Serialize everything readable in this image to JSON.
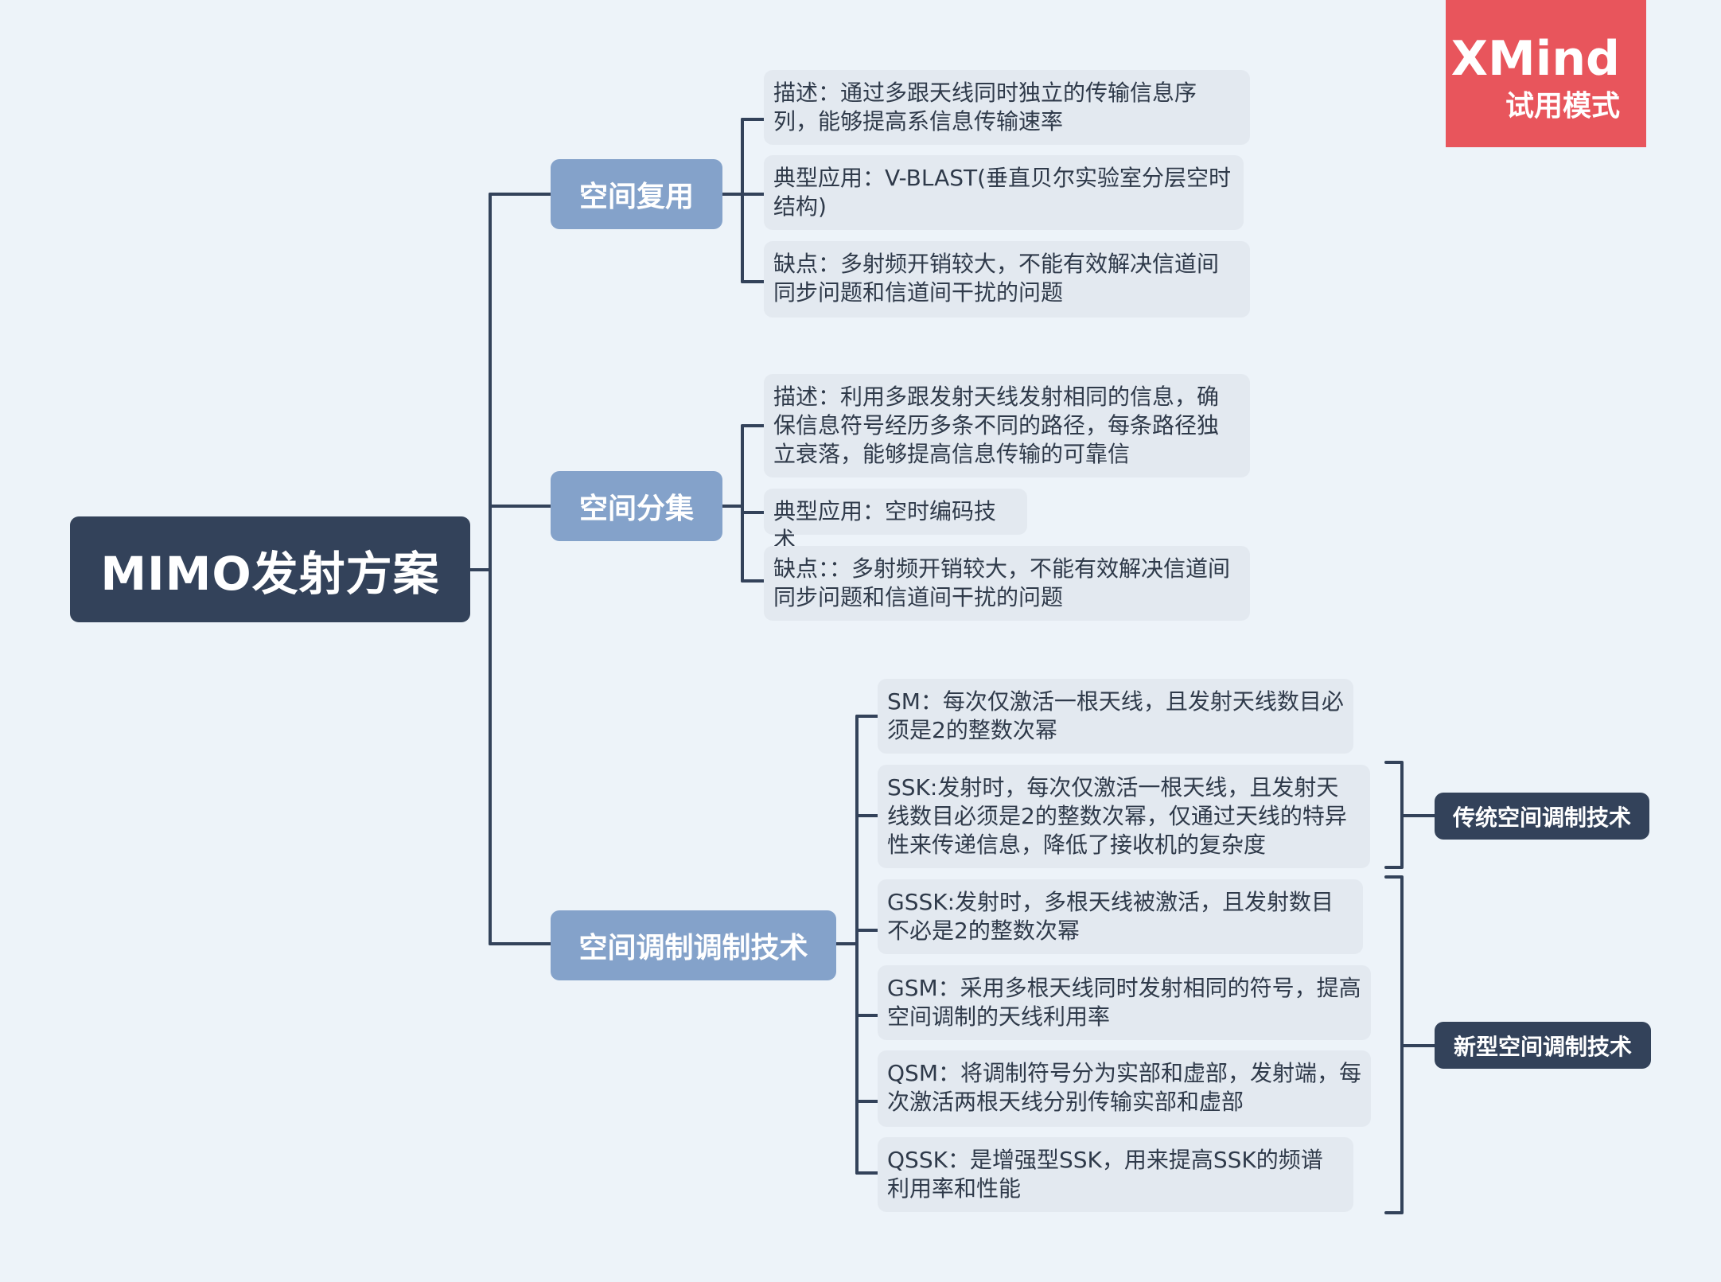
{
  "root": "MIMO发射方案",
  "branches": [
    {
      "label": "空间复用",
      "children": [
        "描述：通过多跟天线同时独立的传输信息序列，能够提高系信息传输速率",
        "典型应用：V-BLAST(垂直贝尔实验室分层空时结构)",
        "缺点：多射频开销较大，不能有效解决信道间同步问题和信道间干扰的问题"
      ]
    },
    {
      "label": "空间分集",
      "children": [
        "描述：利用多跟发射天线发射相同的信息，确保信息符号经历多条不同的路径，每条路径独立衰落，能够提高信息传输的可靠信",
        "典型应用：空时编码技术",
        "缺点：：多射频开销较大，不能有效解决信道间同步问题和信道间干扰的问题"
      ]
    },
    {
      "label": "空间调制调制技术",
      "children": [
        "SM：每次仅激活一根天线，且发射天线数目必须是2的整数次幂",
        "SSK:发射时，每次仅激活一根天线，且发射天线数目必须是2的整数次幂，仅通过天线的特异性来传递信息，降低了接收机的复杂度",
        "GSSK:发射时，多根天线被激活，且发射数目不必是2的整数次幂",
        "GSM：采用多根天线同时发射相同的符号，提高空间调制的天线利用率",
        "QSM：将调制符号分为实部和虚部，发射端，每次激活两根天线分别传输实部和虚部",
        "QSSK：是增强型SSK，用来提高SSK的频谱利用率和性能"
      ]
    }
  ],
  "summaries": [
    "传统空间调制技术",
    "新型空间调制技术"
  ],
  "watermark": {
    "brand": "XMind",
    "mode": "试用模式"
  },
  "colors": {
    "background": "#edf3f9",
    "root": "#33425a",
    "branch": "#84a2ca",
    "leaf": "#e3e9f0",
    "connector": "#33425a",
    "watermark": "#e8555c"
  }
}
